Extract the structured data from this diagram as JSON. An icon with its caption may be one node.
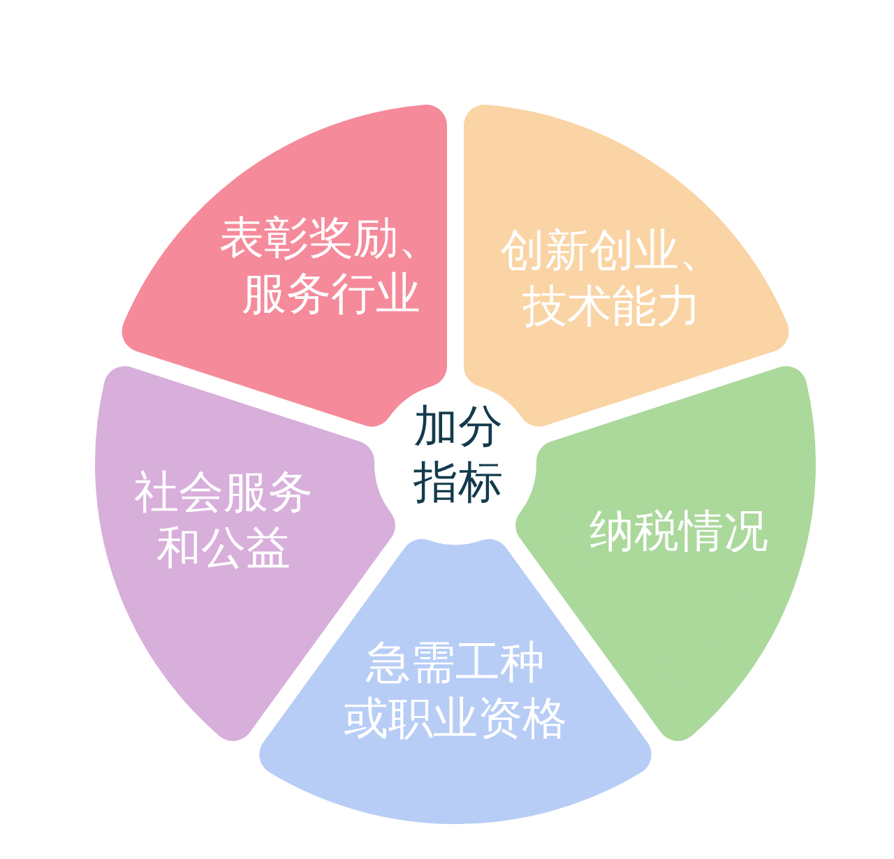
{
  "diagram": {
    "nodes": [
      {
        "text": [
          "表彰奖励、服务行业"
        ]
      },
      {
        "text": [
          "创新创业、技术能力"
        ]
      },
      {
        "text": [
          "加分指标"
        ]
      },
      {
        "text": [
          "社会服务和公益"
        ]
      },
      {
        "text": [
          "纳税情况"
        ]
      },
      {
        "text": [
          "急需工种或职业资格"
        ]
      }
    ]
  }
}
